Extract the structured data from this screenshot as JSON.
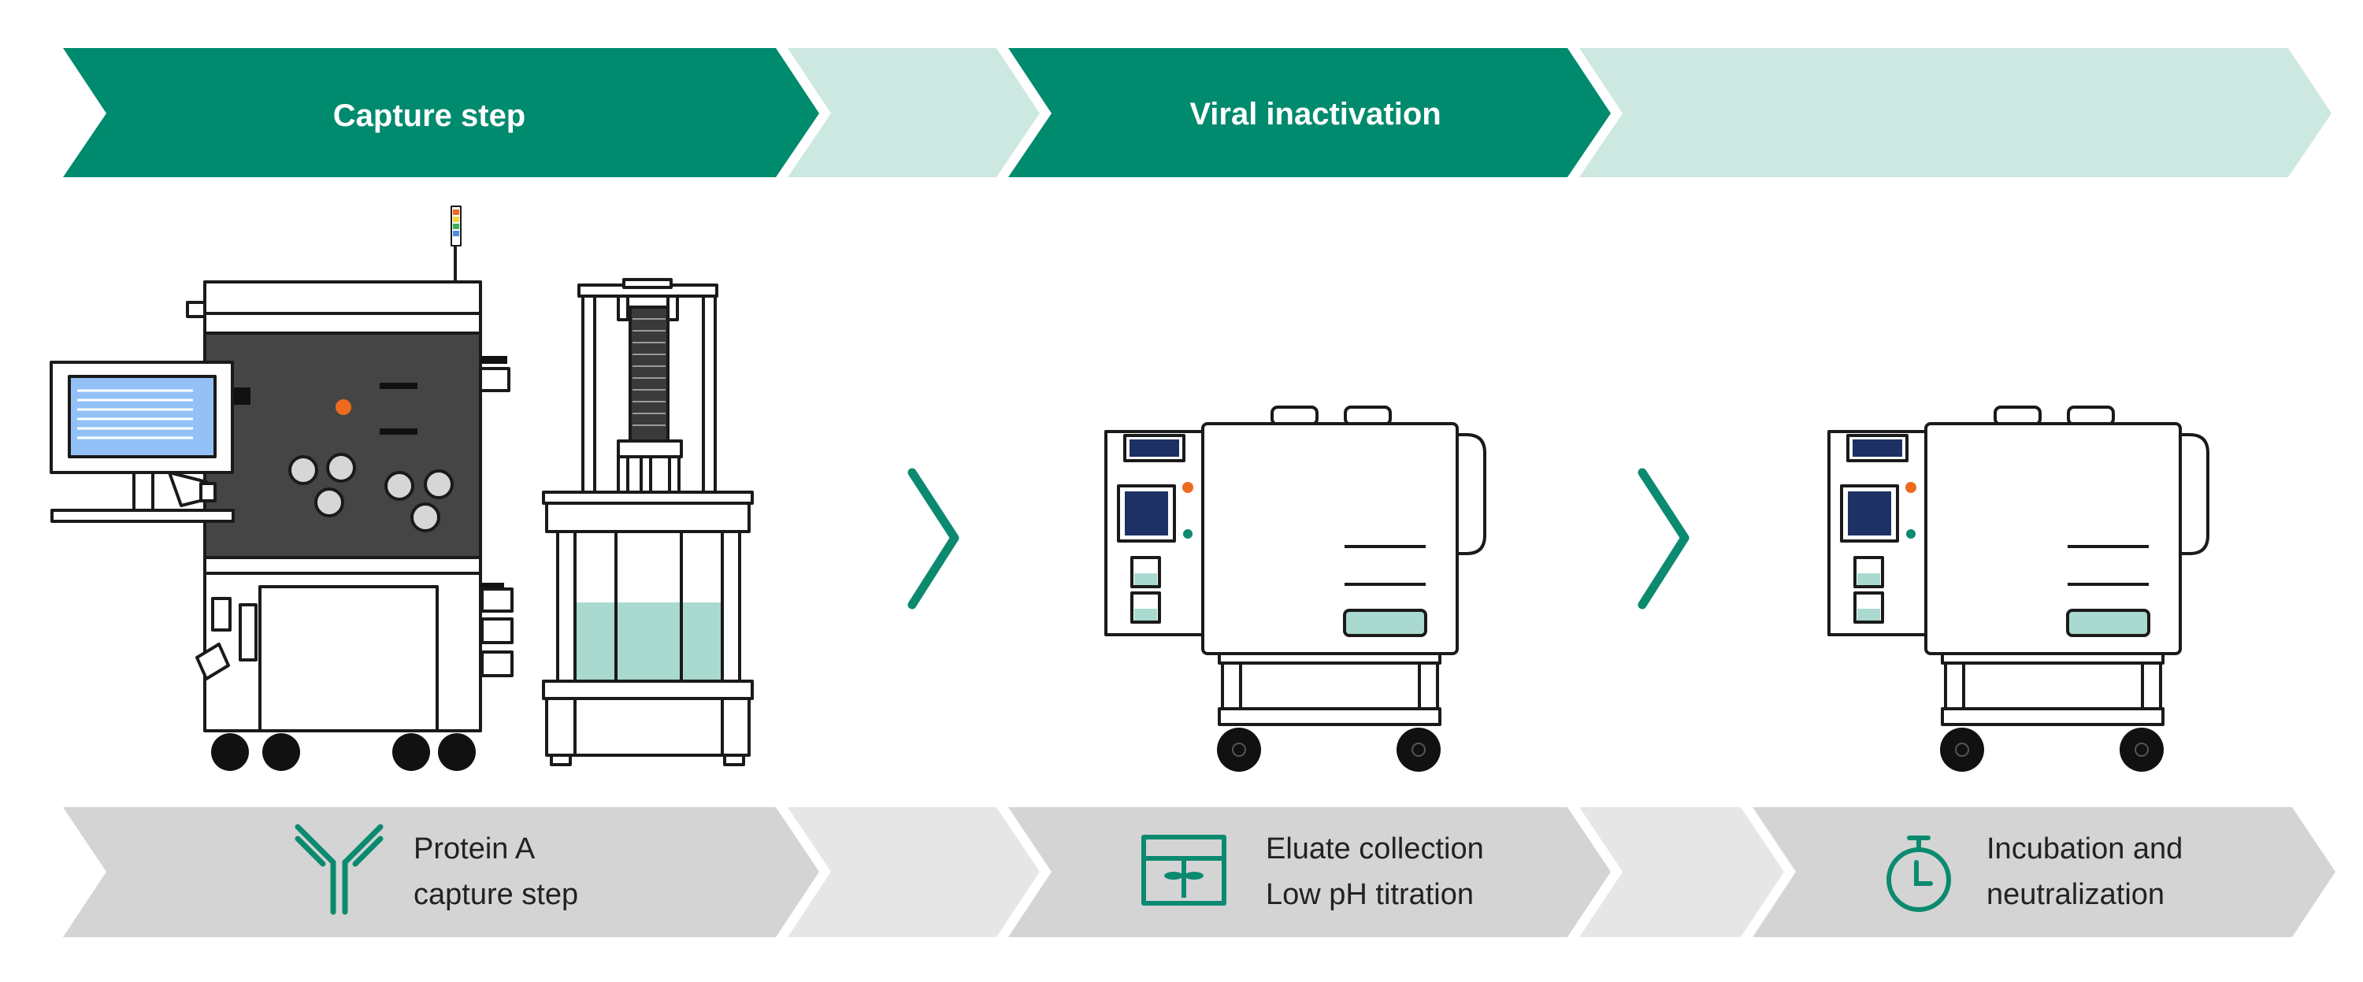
{
  "colors": {
    "green": "#008a6e",
    "green_light": "#cde8e1",
    "gray_band": "#d4d4d4",
    "gray_band_light": "#e6e6e6",
    "machine_dark": "#454545",
    "screen_blue": "#93c1f7",
    "navy": "#1d3164",
    "liquid": "#a9d9cf",
    "orange": "#ee6a1f",
    "arrow_teal": "#0c8a70"
  },
  "header": {
    "capture_title": "Capture step",
    "viral_title": "Viral inactivation"
  },
  "footer": {
    "protein": {
      "icon": "antibody-icon",
      "line1": "Protein A",
      "line2": "capture step"
    },
    "eluate": {
      "icon": "tank-mixer-icon",
      "line1": "Eluate collection",
      "line2": "Low pH titration"
    },
    "incubation": {
      "icon": "stopwatch-icon",
      "line1": "Incubation and",
      "line2": "neutralization"
    }
  }
}
